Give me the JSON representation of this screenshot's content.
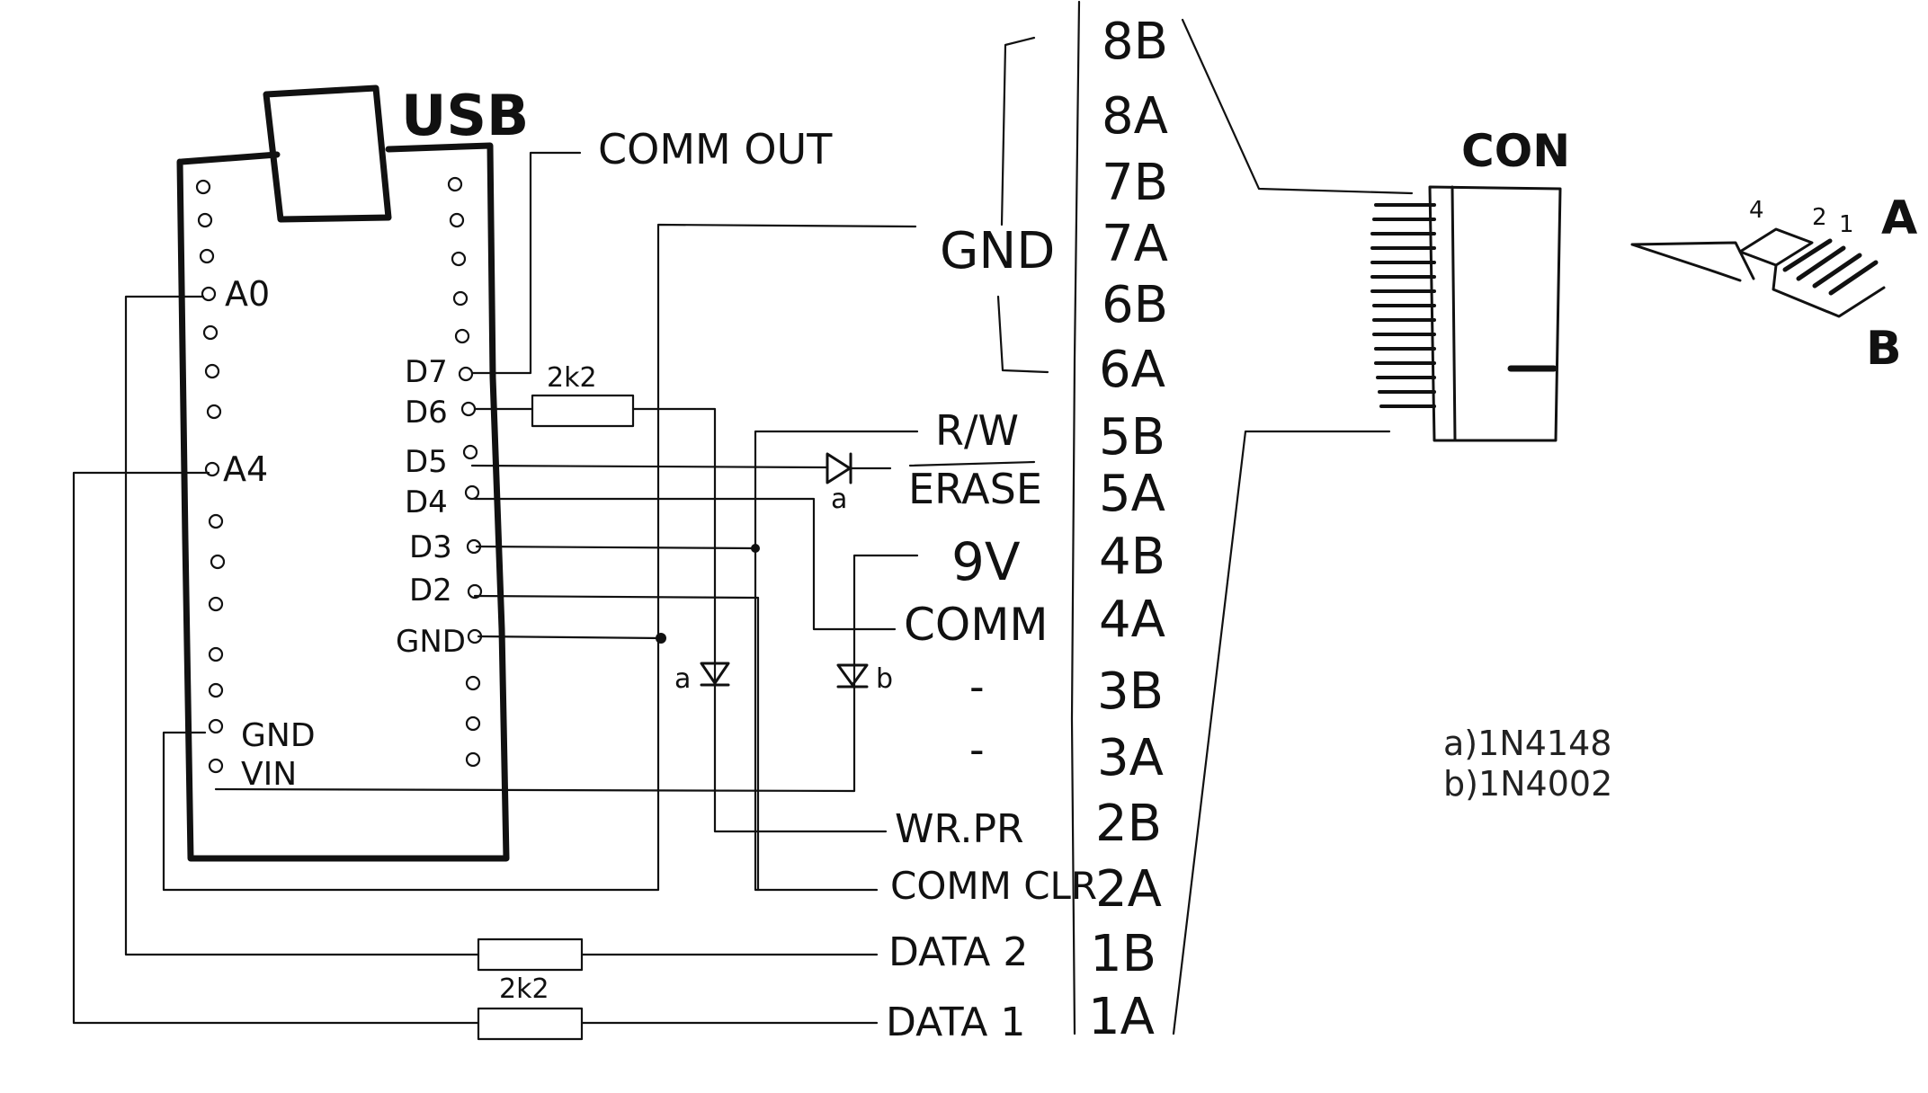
{
  "board": {
    "usb_label": "USB",
    "left_pins": {
      "a0": "A0",
      "a4": "A4",
      "gnd": "GND",
      "vin": "VIN"
    },
    "right_pins": {
      "d7": "D7",
      "d6": "D6",
      "d5": "D5",
      "d4": "D4",
      "d3": "D3",
      "d2": "D2",
      "gnd": "GND"
    }
  },
  "comm_out": "COMM OUT",
  "resistors": {
    "top": "2k2",
    "bottom": "2k2"
  },
  "diodes": {
    "a1": "a",
    "a2": "a",
    "b": "b"
  },
  "signals": {
    "gnd": "GND",
    "rw": "R/W",
    "erase": "ERASE",
    "v9": "9V",
    "comm": "COMM",
    "dash3b": "-",
    "dash3a": "-",
    "wrpr": "WR.PR",
    "commclr": "COMM CLR",
    "data2": "DATA 2",
    "data1": "DATA 1"
  },
  "connector_pins": [
    "8B",
    "8A",
    "7B",
    "7A",
    "6B",
    "6A",
    "5B",
    "5A",
    "4B",
    "4A",
    "3B",
    "3A",
    "2B",
    "2A",
    "1B",
    "1A"
  ],
  "connector": {
    "label": "CON"
  },
  "pinout": {
    "n4": "4",
    "n2": "2",
    "n1": "1",
    "side_a": "A",
    "side_b": "B"
  },
  "notes": {
    "line1": "a)1N4148",
    "line2": "b)1N4002"
  }
}
